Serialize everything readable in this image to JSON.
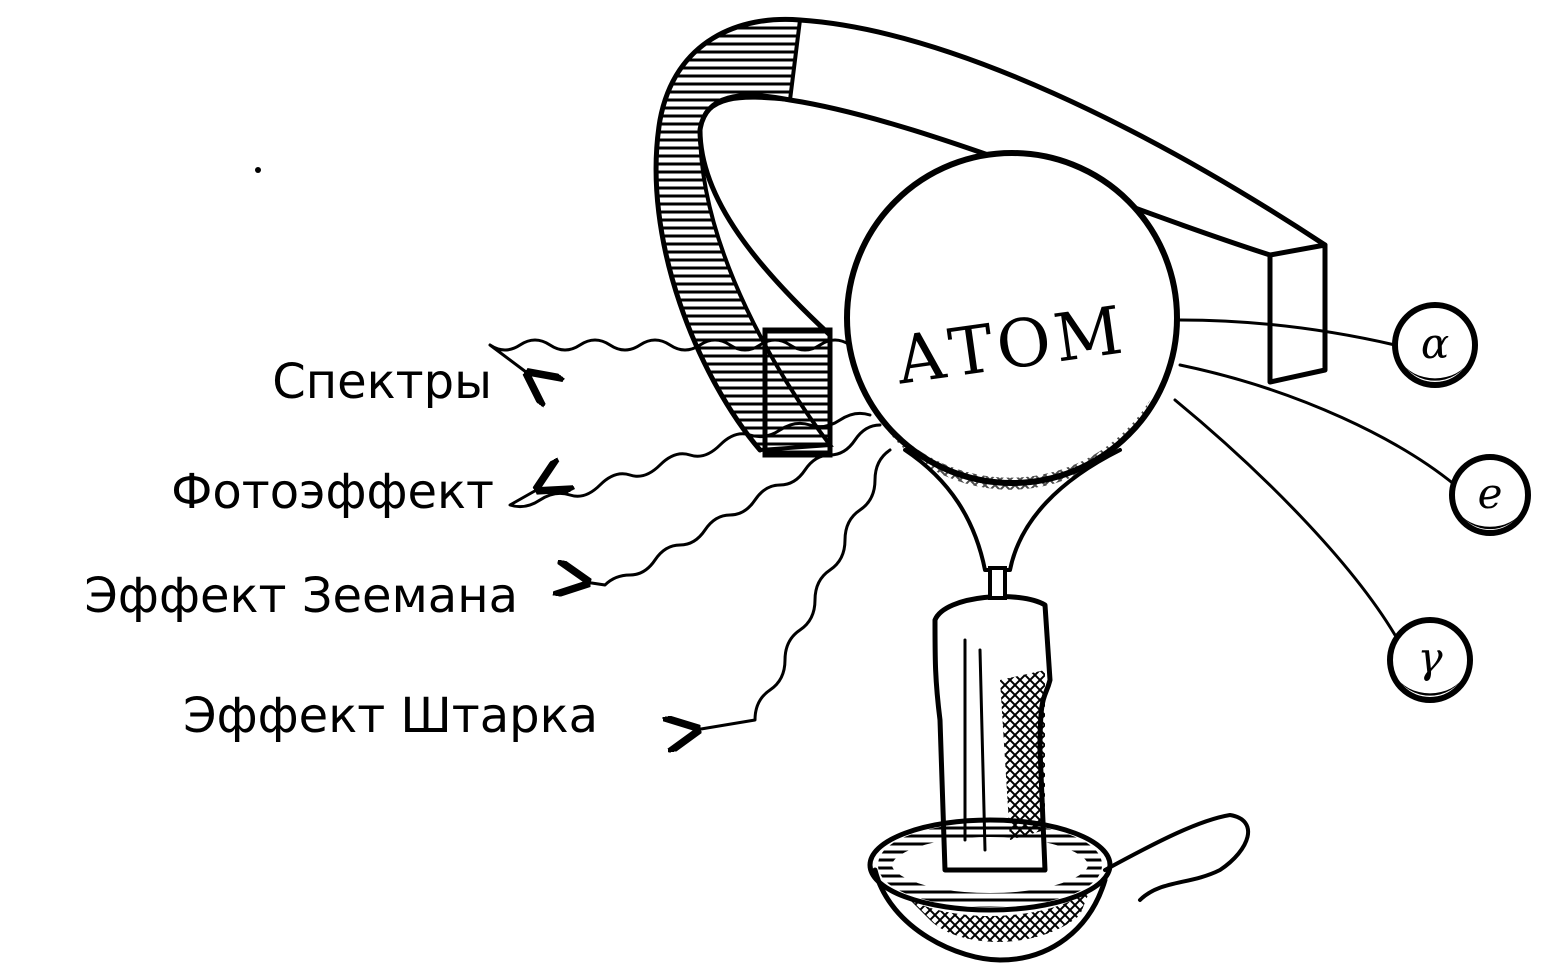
{
  "title_on_atom": "АТОМ",
  "effects": [
    {
      "label": "Спектры"
    },
    {
      "label": "Фотоэффект"
    },
    {
      "label": "Эффект Зеемана"
    },
    {
      "label": "Эффект Штарка"
    }
  ],
  "particles": [
    {
      "symbol": "α"
    },
    {
      "symbol": "e"
    },
    {
      "symbol": "γ"
    }
  ],
  "colors": {
    "ink": "#000000",
    "paper": "#ffffff"
  }
}
